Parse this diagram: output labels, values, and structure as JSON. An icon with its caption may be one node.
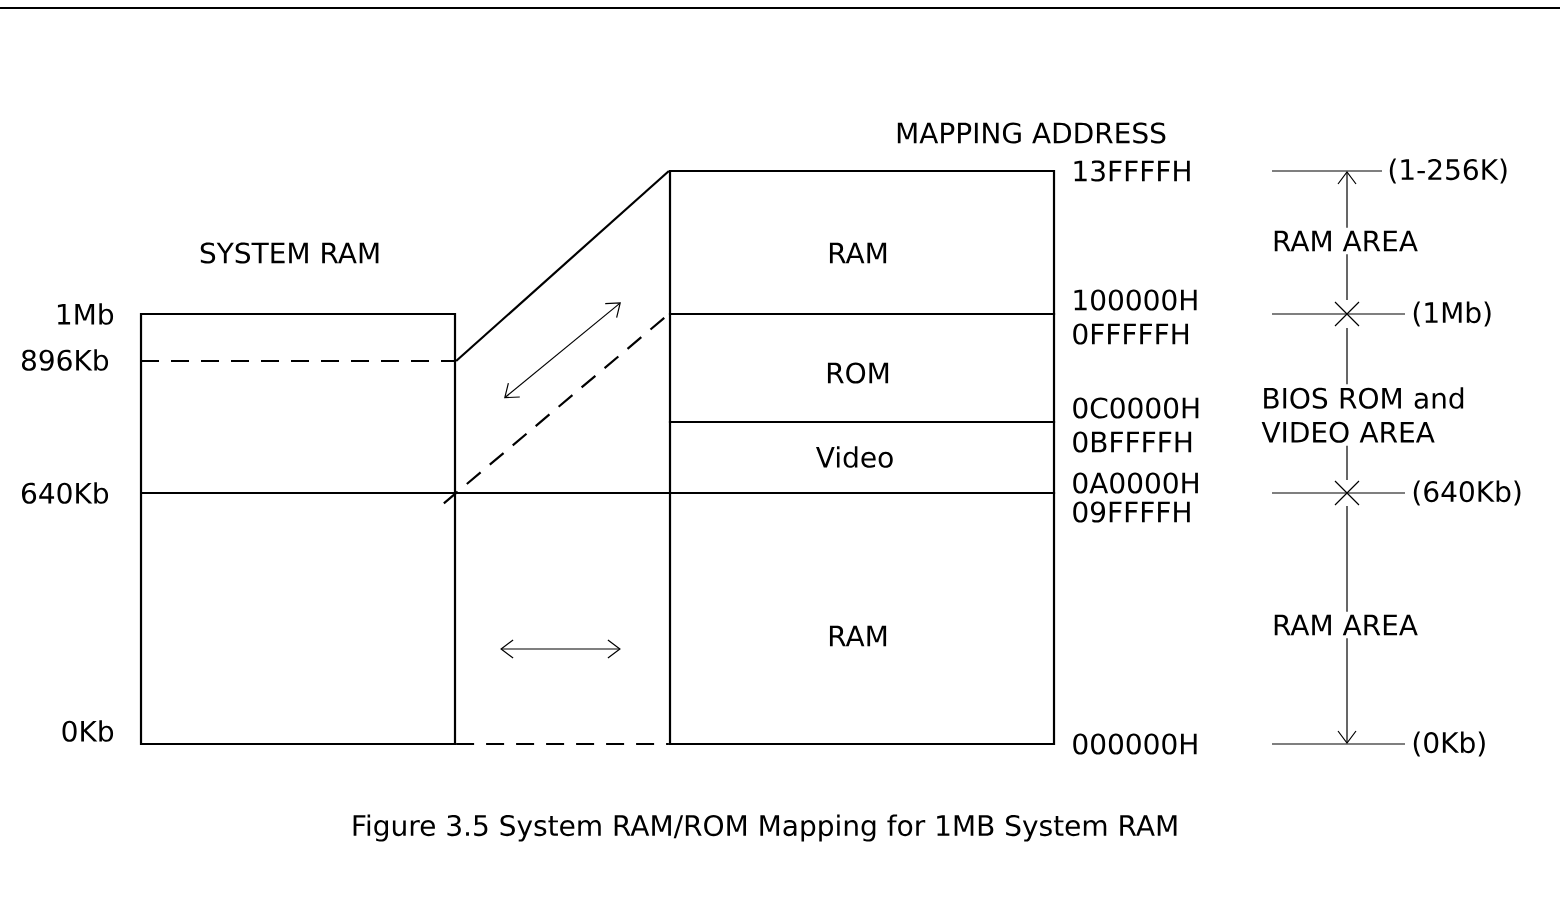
{
  "diagram": {
    "caption": "Figure 3.5 System RAM/ROM Mapping for 1MB System RAM",
    "nodes": [
      {
        "text": [
          "SYSTEM RAM"
        ]
      },
      {
        "text": [
          "RAM"
        ]
      },
      {
        "text": [
          "ROM"
        ]
      },
      {
        "text": [
          "Video"
        ]
      },
      {
        "text": [
          "RAM"
        ]
      }
    ],
    "edges": [
      {
        "from": 0,
        "to": 1,
        "arrow": "both"
      },
      {
        "from": 0,
        "to": 4,
        "arrow": "both"
      },
      {
        "from": 0,
        "to": 1,
        "arrow": "none"
      },
      {
        "from": 0,
        "to": 2,
        "arrow": "none",
        "style": "dashed"
      },
      {
        "from": 0,
        "to": 4,
        "arrow": "none",
        "style": "dashed"
      }
    ],
    "labels": [
      "MAPPING ADDRESS",
      "13FFFFH",
      "(1-256K)",
      "RAM AREA",
      "1Mb",
      "100000H",
      "(1Mb)",
      "896Kb",
      "0FFFFFH",
      "0C0000H",
      "BIOS ROM and VIDEO AREA",
      "0BFFFFH",
      "640Kb",
      "0A0000H",
      "(640Kb)",
      "09FFFFH",
      "RAM AREA",
      "0Kb",
      "000000H",
      "(0Kb)"
    ]
  }
}
